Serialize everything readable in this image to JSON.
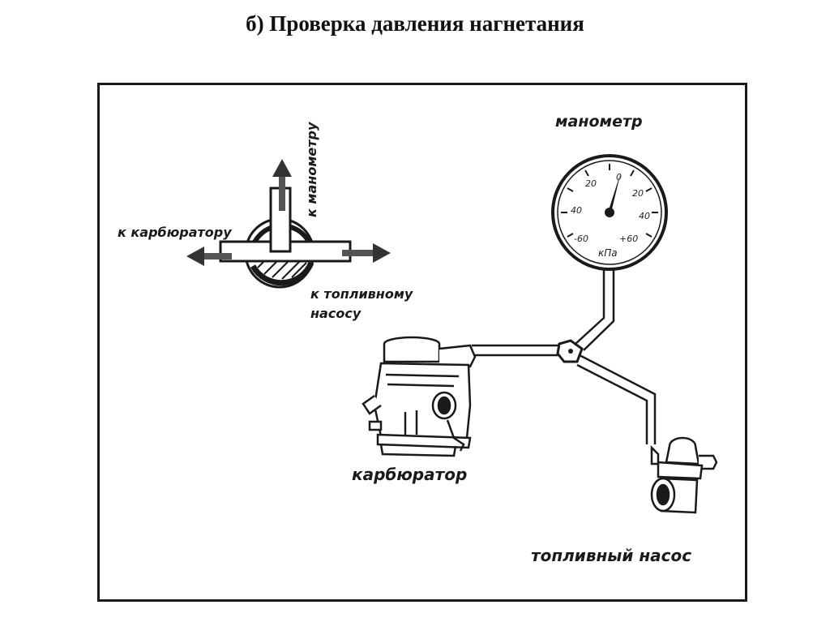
{
  "title": "б) Проверка давления нагнетания",
  "labels": {
    "manometer": "манометр",
    "to_carburetor": "к карбюратору",
    "to_manometer": "к манометру",
    "to_fuel_pump_line1": "к топливному",
    "to_fuel_pump_line2": "насосу",
    "carburetor": "карбюратор",
    "fuel_pump": "топливный насос"
  },
  "gauge": {
    "scale_labels": [
      "0",
      "20",
      "40",
      "-60",
      "+60",
      "20",
      "40"
    ],
    "unit": "кПа"
  },
  "colors": {
    "ink": "#1a1a1a",
    "paper": "#ffffff"
  }
}
